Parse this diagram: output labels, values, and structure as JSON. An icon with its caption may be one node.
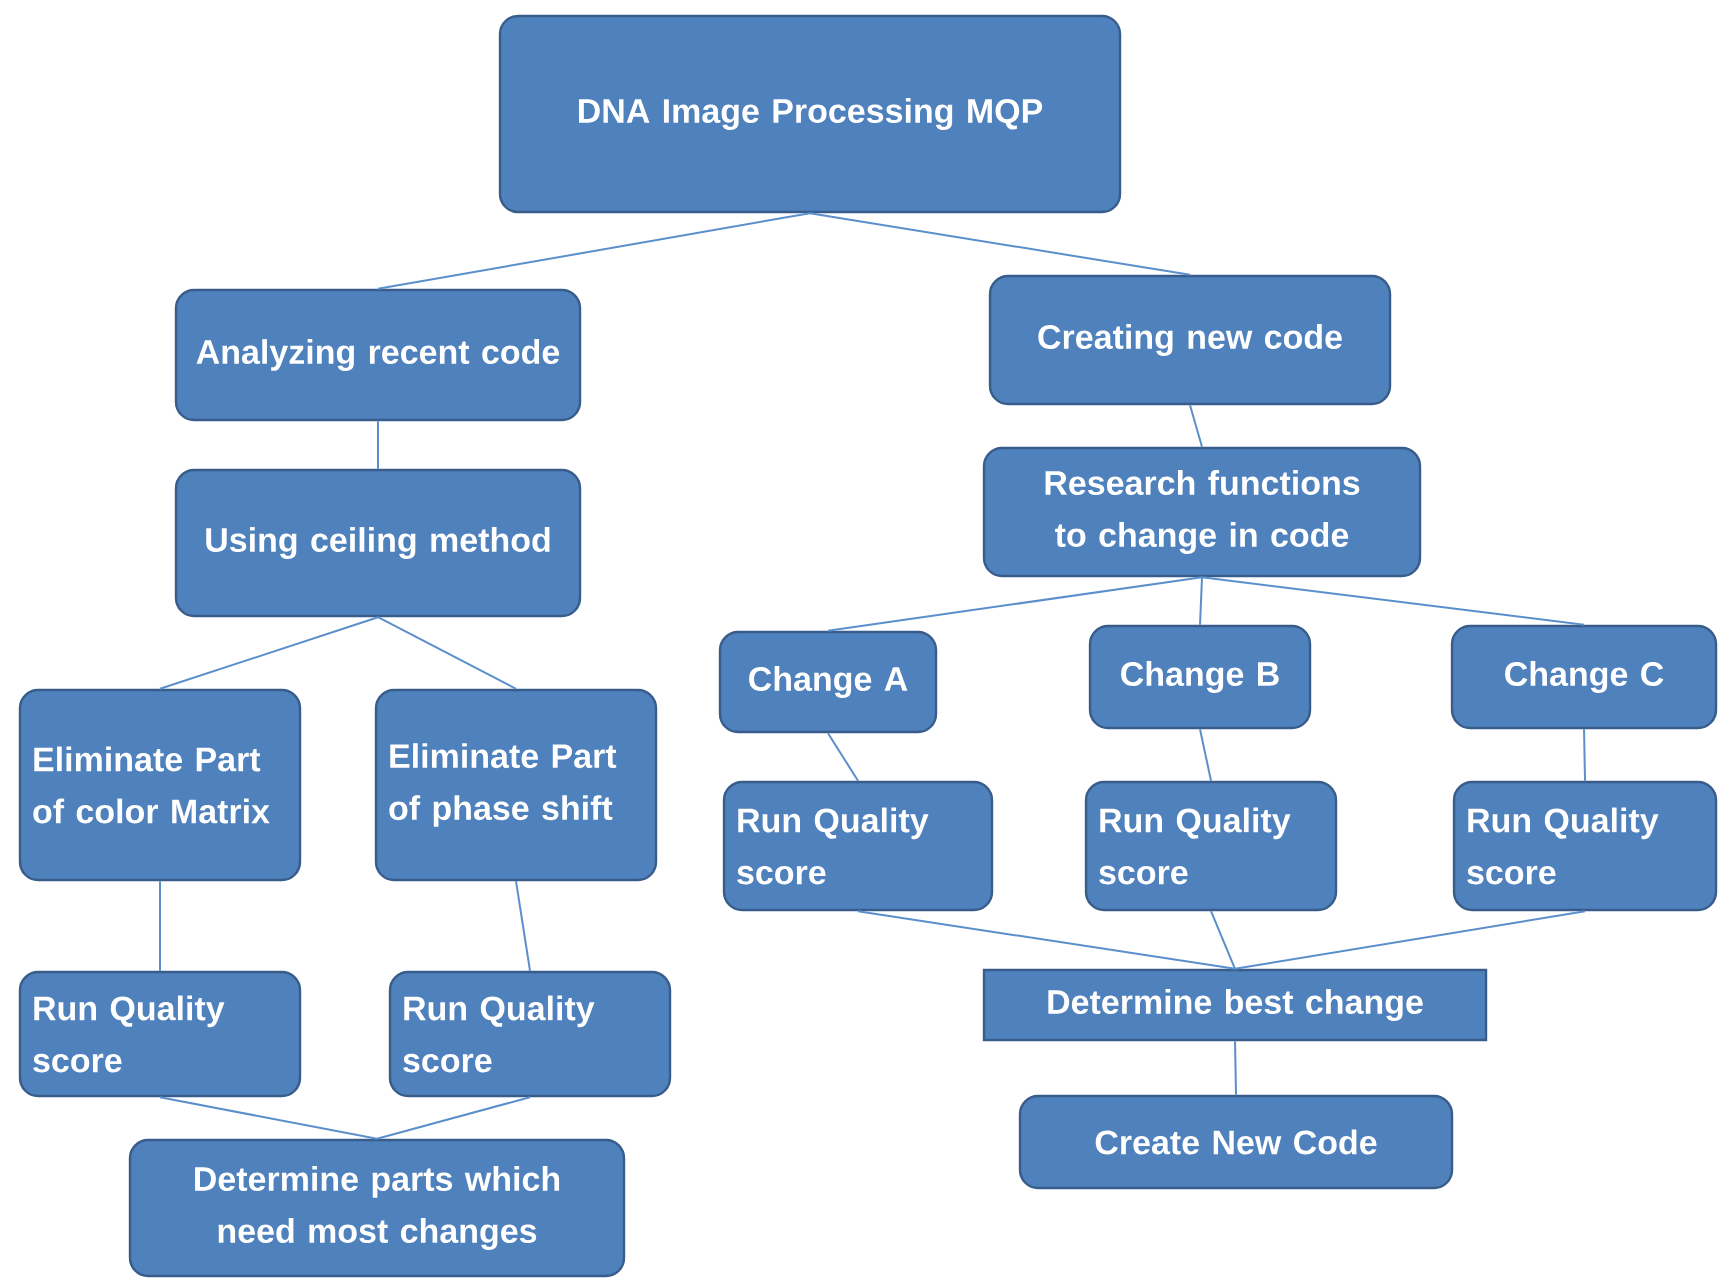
{
  "diagram": {
    "nodes": [
      {
        "text": [
          "DNA Image Processing MQP"
        ]
      },
      {
        "text": [
          "Analyzing recent code"
        ]
      },
      {
        "text": [
          "Creating new code"
        ]
      },
      {
        "text": [
          "Using ceiling method"
        ]
      },
      {
        "text": [
          "Research functions to change in code"
        ]
      },
      {
        "text": [
          "Eliminate Part of color Matrix"
        ]
      },
      {
        "text": [
          "Eliminate Part of phase shift"
        ]
      },
      {
        "text": [
          "Change A"
        ]
      },
      {
        "text": [
          "Change B"
        ]
      },
      {
        "text": [
          "Change C"
        ]
      },
      {
        "text": [
          "Run Quality score"
        ]
      },
      {
        "text": [
          "Run Quality score"
        ]
      },
      {
        "text": [
          "Run Quality score"
        ]
      },
      {
        "text": [
          "Run Quality score"
        ]
      },
      {
        "text": [
          "Run Quality score"
        ]
      },
      {
        "text": [
          "Determine parts which need most changes"
        ]
      },
      {
        "text": [
          "Determine best change"
        ]
      },
      {
        "text": [
          "Create New Code"
        ]
      }
    ],
    "edges": [
      {
        "from": 0,
        "to": 1,
        "arrow": "none"
      },
      {
        "from": 0,
        "to": 2,
        "arrow": "none"
      },
      {
        "from": 1,
        "to": 3,
        "arrow": "none"
      },
      {
        "from": 2,
        "to": 4,
        "arrow": "none"
      },
      {
        "from": 3,
        "to": 5,
        "arrow": "none"
      },
      {
        "from": 3,
        "to": 6,
        "arrow": "none"
      },
      {
        "from": 4,
        "to": 7,
        "arrow": "none"
      },
      {
        "from": 4,
        "to": 8,
        "arrow": "none"
      },
      {
        "from": 4,
        "to": 9,
        "arrow": "none"
      },
      {
        "from": 5,
        "to": 10,
        "arrow": "none"
      },
      {
        "from": 6,
        "to": 11,
        "arrow": "none"
      },
      {
        "from": 7,
        "to": 12,
        "arrow": "none"
      },
      {
        "from": 8,
        "to": 13,
        "arrow": "none"
      },
      {
        "from": 9,
        "to": 14,
        "arrow": "none"
      },
      {
        "from": 10,
        "to": 15,
        "arrow": "none"
      },
      {
        "from": 11,
        "to": 15,
        "arrow": "none"
      },
      {
        "from": 12,
        "to": 16,
        "arrow": "none"
      },
      {
        "from": 13,
        "to": 16,
        "arrow": "none"
      },
      {
        "from": 14,
        "to": 16,
        "arrow": "none"
      },
      {
        "from": 16,
        "to": 17,
        "arrow": "none"
      }
    ]
  }
}
